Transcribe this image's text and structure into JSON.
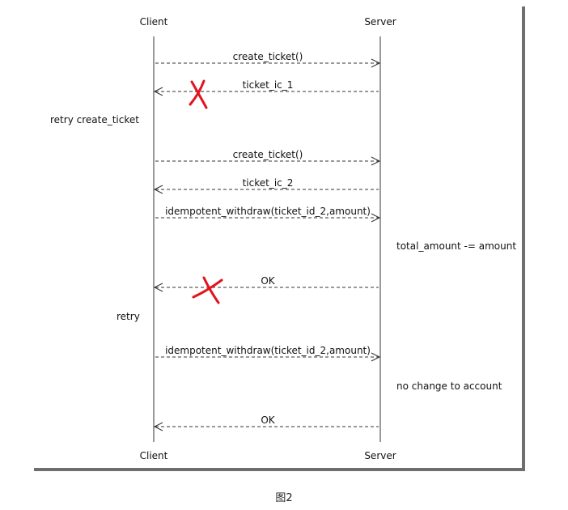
{
  "participants": {
    "client": "Client",
    "server": "Server"
  },
  "messages": [
    {
      "label": "create_ticket()",
      "direction": "to-server",
      "failed": false
    },
    {
      "label": "ticket_ic_1",
      "direction": "to-client",
      "failed": true
    },
    {
      "label": "create_ticket()",
      "direction": "to-server",
      "failed": false
    },
    {
      "label": "ticket_ic_2",
      "direction": "to-client",
      "failed": false
    },
    {
      "label": "idempotent_withdraw(ticket_id_2,amount)",
      "direction": "to-server",
      "failed": false
    },
    {
      "label": "OK",
      "direction": "to-client",
      "failed": true
    },
    {
      "label": "idempotent_withdraw(ticket_id_2,amount)",
      "direction": "to-server",
      "failed": false
    },
    {
      "label": "OK",
      "direction": "to-client",
      "failed": false
    }
  ],
  "notes": {
    "retry_create_ticket": "retry create_ticket",
    "total_amount": "total_amount -= amount",
    "retry": "retry",
    "no_change": "no change to account"
  },
  "caption": "图2",
  "colors": {
    "line": "#333333",
    "failure_mark": "#e0141e",
    "frame_shadow": "#6e6e6e"
  }
}
